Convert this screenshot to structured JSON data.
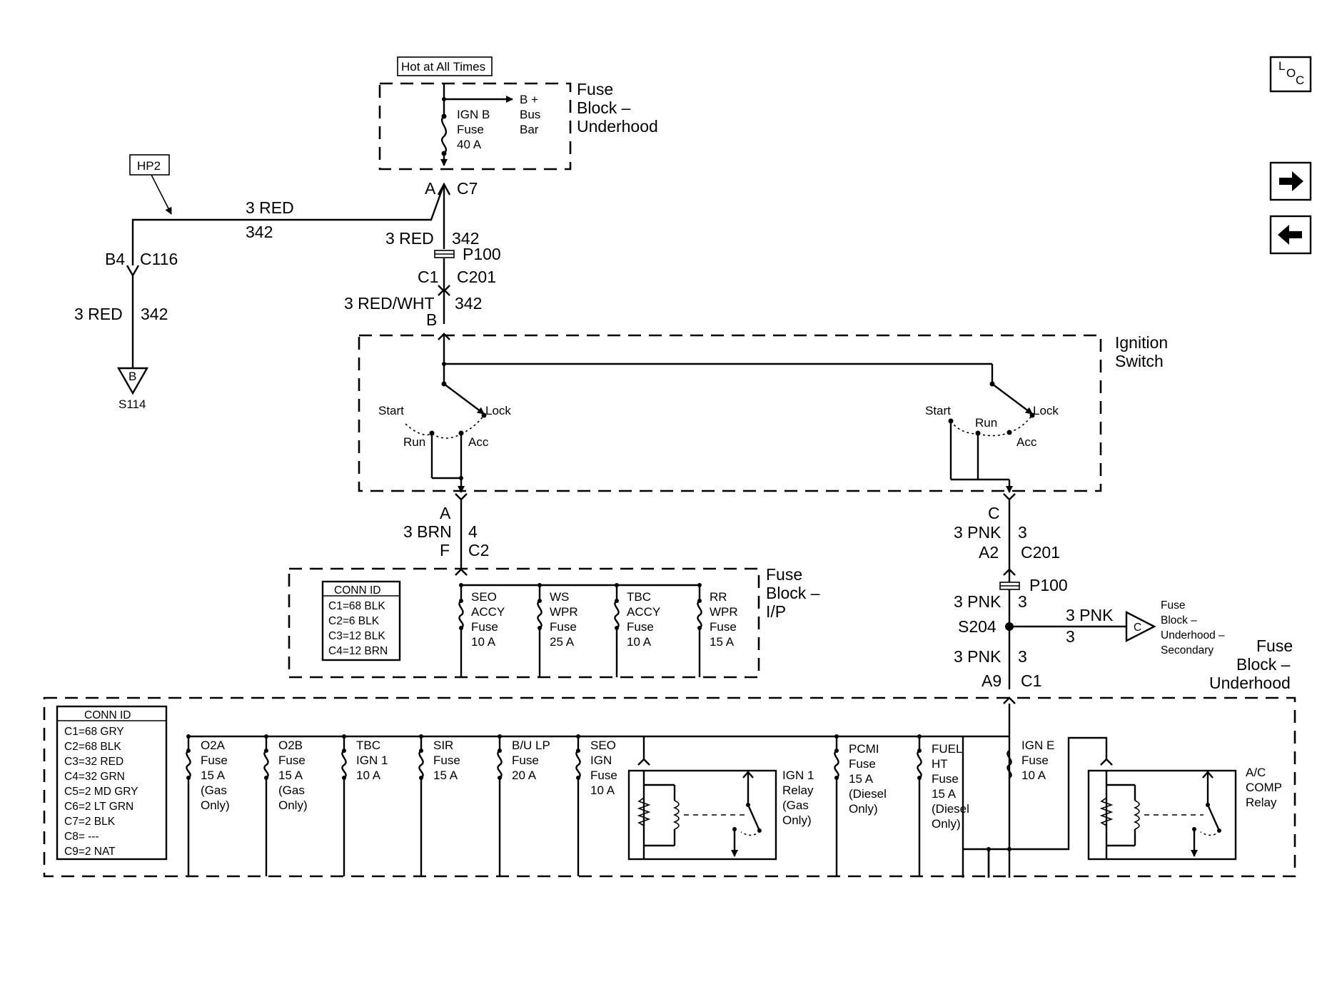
{
  "hot_label": "Hot at All Times",
  "nav": {
    "loc": [
      "L",
      "O",
      "C"
    ],
    "next_icon": "arrow-right-icon",
    "prev_icon": "arrow-left-icon"
  },
  "fuse_block_underhood_top": {
    "title": [
      "Fuse",
      "Block –",
      "Underhood"
    ],
    "fuse": [
      "IGN B",
      "Fuse",
      "40 A"
    ],
    "bus": [
      "B +",
      "Bus",
      "Bar"
    ]
  },
  "hp2": "HP2",
  "branch": {
    "wire_color": "3 RED",
    "circuit": "342",
    "pin": "B4",
    "connector": "C116",
    "wire_color2": "3 RED",
    "circuit2": "342",
    "splice": "B",
    "splice_id": "S114"
  },
  "feed": {
    "pin": "A",
    "connector": "C7",
    "wire_color": "3 RED",
    "circuit": "342",
    "inline": "P100",
    "pin2": "C1",
    "connector2": "C201",
    "wire_color2": "3 RED/WHT",
    "circuit2": "342",
    "pin3": "B"
  },
  "ignition_switch": {
    "title": [
      "Ignition",
      "Switch"
    ],
    "left": [
      "Start",
      "Lock",
      "Run",
      "Acc"
    ],
    "right": [
      "Start",
      "Run",
      "Lock",
      "Acc"
    ]
  },
  "ip_feed": {
    "pin": "A",
    "wire_color": "3 BRN",
    "circuit": "4",
    "pin2": "F",
    "connector": "C2"
  },
  "fuse_block_ip": {
    "title": [
      "Fuse",
      "Block –",
      "I/P"
    ],
    "conn_id": {
      "header": "CONN ID",
      "rows": [
        "C1=68 BLK",
        "C2=6 BLK",
        "C3=12 BLK",
        "C4=12 BRN"
      ]
    },
    "fuses": [
      [
        "SEO",
        "ACCY",
        "Fuse",
        "10 A"
      ],
      [
        "WS",
        "WPR",
        "Fuse",
        "25 A"
      ],
      [
        "TBC",
        "ACCY",
        "Fuse",
        "10 A"
      ],
      [
        "RR",
        "WPR",
        "Fuse",
        "15 A"
      ]
    ]
  },
  "pnk_feed": {
    "pin": "C",
    "wire_color": "3 PNK",
    "circuit": "3",
    "pin2": "A2",
    "connector": "C201",
    "inline": "P100",
    "wire_color2": "3 PNK",
    "circuit2": "3",
    "splice": "S204",
    "branch_wire": "3 PNK",
    "branch_circuit": "3",
    "branch_conn": "C",
    "branch_dest": [
      "Fuse",
      "Block –",
      "Underhood –",
      "Secondary"
    ],
    "wire_color3": "3 PNK",
    "circuit3": "3",
    "pin3": "A9",
    "connector3": "C1"
  },
  "fuse_block_underhood_bottom": {
    "title": [
      "Fuse",
      "Block –",
      "Underhood"
    ],
    "conn_id": {
      "header": "CONN ID",
      "rows": [
        "C1=68 GRY",
        "C2=68 BLK",
        "C3=32 RED",
        "C4=32 GRN",
        "C5=2 MD GRY",
        "C6=2 LT GRN",
        "C7=2 BLK",
        "C8= ---",
        "C9=2 NAT"
      ]
    },
    "fuses": [
      [
        "O2A",
        "Fuse",
        "15 A",
        "(Gas",
        "Only)"
      ],
      [
        "O2B",
        "Fuse",
        "15 A",
        "(Gas",
        "Only)"
      ],
      [
        "TBC",
        "IGN 1",
        "10 A"
      ],
      [
        "SIR",
        "Fuse",
        "15 A"
      ],
      [
        "B/U LP",
        "Fuse",
        "20 A"
      ],
      [
        "SEO",
        "IGN",
        "Fuse",
        "10 A"
      ]
    ],
    "ign1_relay": [
      "IGN 1",
      "Relay",
      "(Gas",
      "Only)"
    ],
    "fuses_right": [
      [
        "PCMI",
        "Fuse",
        "15 A",
        "(Diesel",
        "Only)"
      ],
      [
        "FUEL",
        "HT",
        "Fuse",
        "15 A",
        "(Diesel",
        "Only)"
      ],
      [
        "IGN E",
        "Fuse",
        "10 A"
      ]
    ],
    "ac_relay": [
      "A/C",
      "COMP",
      "Relay"
    ]
  }
}
